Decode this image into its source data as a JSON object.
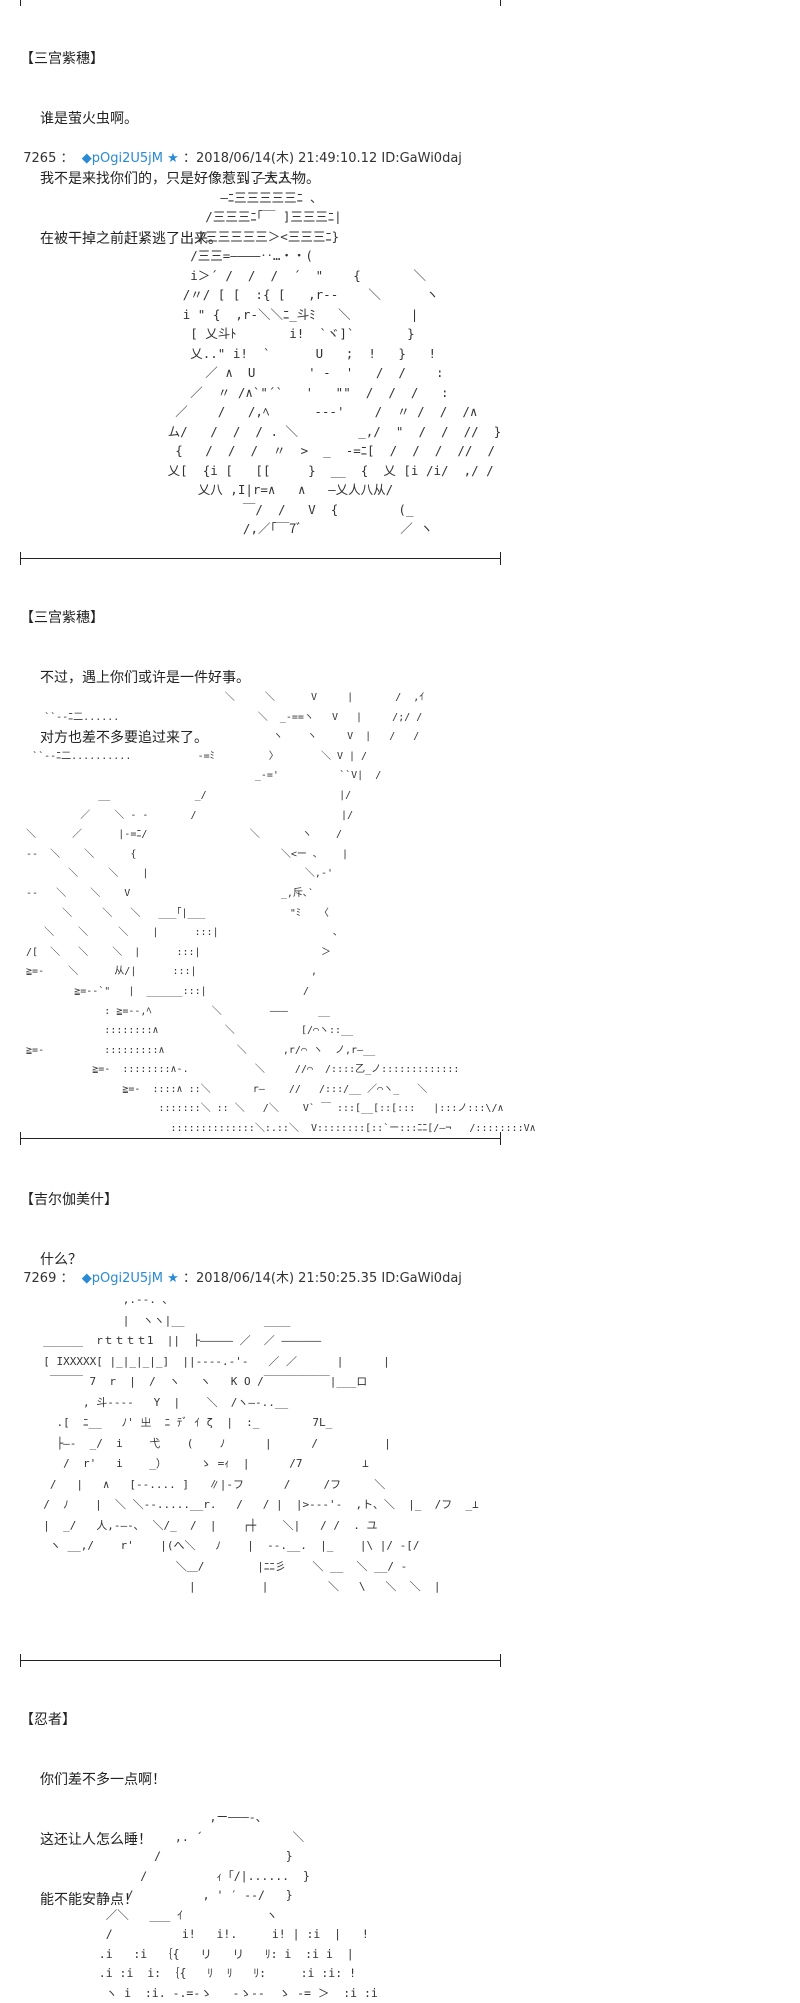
{
  "panels": [
    {
      "speaker": "【三宫紫穗】",
      "lines": [
        "谁是萤火虫啊。",
        "我不是来找你们的，只是好像惹到了大人物。",
        "在被干掉之前赶紧逃了出来。"
      ]
    },
    {
      "speaker": "【三宫紫穗】",
      "lines": [
        "不过，遇上你们或许是一件好事。",
        "对方也差不多要追过来了。"
      ]
    },
    {
      "speaker": "【吉尔伽美什】",
      "lines": [
        "什么？"
      ]
    },
    {
      "speaker": "【忍者】",
      "lines": [
        "你们差不多一点啊！",
        "这还让人怎么睡！",
        "能不能安静点！"
      ]
    }
  ],
  "posts": [
    {
      "number": "7265",
      "sep": "：",
      "trip": "◆pOgi2U5jM",
      "star": "★",
      "datetime": "2018/06/14(木) 21:49:10.12",
      "id": "ID:GaWi0daj"
    },
    {
      "number": "7269",
      "sep": "：",
      "trip": "◆pOgi2U5jM",
      "star": "★",
      "datetime": "2018/06/14(木) 21:50:25.35",
      "id": "ID:GaWi0daj"
    }
  ],
  "ascii_art": {
    "girl": "                 ,.―三三―\n              ―ﾆ三三三三三ﾆ ､\n            /三三三ﾆ｢￣ ]三三三ﾆ|\n           /三三三三三＞<三三三ﾆ}\n          /三三=――――‥…・・(\n          i＞´ /  /  /  ´  \"    {       ＼\n         /〃/ [ [  :{ [   ,r‐-    ＼      ヽ\n         i \" {  ,r-＼＼ﾆ_斗ﾐ   ＼        |\n          [ 乂斗ﾄ       i!  `ヾ]`       }\n          乂..\" i!  `      U   ;  !   }   !\n            ／ ∧  U       ' ‐  '   /  /    :\n          ／  〃 /∧`\"´`   '   \"\"  /  /  /   :\n        ／    /   /,ﾍ      --‐'    /  〃 /  /  /∧\n       ム/   /  /  / . ＼        _,/  \"  /  /  //  }\n        {   /  /  /  〃  >  _  -=ﾆ[  /  /  /  //  /\n       乂[  {i [   [[     }  __  {  乂 [i /i/  ,/ /\n           乂八 ,I|r=∧   ∧   ―乂人八从/\n                 ￣/  /   V  {        (_\n                 /,／｢￣7ﾞ             ／ ヽ",
    "scene": "                                   ＼     ＼      V     |       /  ,ｲ\n     ``‐-ﾆ二......                       ＼  _-==ヽ   V   |     /;/ /\n                                           ヽ    ヽ     V  |   /   /\n   ``‐-ﾆ二..........           -=ﾐ         〉       ＼ V | /\n                                        _-='          ``V|  /\n              __              _/                      |/\n           ／    ＼ ‐ -       /                        |/\n  ＼      ／      |-=ﾆ/                 ＼       ヽ    /\n  ‐-  ＼    ＼      {                        ＼<ー ､    |\n         ＼     ＼    |                          ＼,-'\n  ‐-   ＼    ＼    V                         _,斥､`\n        ＼     ＼   ＼   ___｢|___              \"ﾐ   〈\n     ＼    ＼     ＼    |      :::|                   ､\n  /[  ＼   ＼    ＼  |      :::|                    ＞\n  ≧=-    ＼      从/|      :::|                   ,\n          ≧=--`\"   |  ______:::|                /\n               : ≧=--,ﾍ          ＼        ―――     __\n               ::::::::∧           ＼           [/⌒ヽ::__\n  ≧=-          :::::::::∧            ＼      ,r/⌒ ヽ  ノ,r―__\n             ≧=-  ::::::::∧-.           ＼     //⌒  /::::乙_ノ:::::::::::::\n                  ≧=-  ::::∧ ::＼       r―    //   /:::/__ ／⌒ヽ_   ＼\n                        :::::::＼ :: ＼   /＼    V` ￣ :::[__[::[:::   |:::ノ:::\\/∧\n                          ::::::::::::::＼:.::＼  V::::::::[::`ー:::ﾆﾆ[/―¬   /::::::::V∧",
    "gilgamesh": "              ,.-‐. ､\n              |  ヽヽ|__            ____\n  ______  rｔｔｔｔ1  ||  ├――――― ／  ／ ――――――\n  [ IXXXXX[ |_|_|_|_]  ||--‐-.-'-   ／ ／      |      |\n   ￣￣￣ 7  r  |  /  ヽ   ヽ   K O /￣￣￣￣￣￣|___ロ\n        , 斗-‐--   Y  |    ＼  /ヽ―-..__\n    .[  ﾆ__   ﾉ' 㞢  ﾆ ﾃﾞ ｲ ζ  |  :_        7L_\n    ├―-  _/  i    弋    (    ﾉ      |      /          |\n     /  r'   i    _）     ゝ =ｨ  |      /7         ⊥\n   /   |   ∧   [‐-.... ]   ∥|‐フ      /     /フ     ＼\n  /  ﾉ    |  ＼ ＼‐-.....__r.   /   / |  |>‐--'-  ,ト、＼  |_  /フ  _⊥\n  |  _/   人,-―‐､  ＼/_  /  |    ┌┼    ＼|   / /  . ユ\n   ヽ __,/    r'    |(へ＼   ﾉ    |  ‐‐.__.  |_    |\\ |/ ‐[/\n                      ＼＿/        |ﾆﾆ彡    ＼ __  ＼ __/ ‐\n                        |          |         ＼   \\   ＼  ＼  |",
    "ninja": "                   ,ー―――-、\n              ,. ´             ＼\n           /                  }\n         /          ｨ「/|......  }\n       /          , ' ′ ‐‐/   }\n    ／＼   ___ ｲ            ヽ\n    /          i!   i!.     i! | :i  |   !\n   .i   :i  ｛{   リ   リ   ﾘ: i  :i i  |\n   .i :i  i: ｛{   ﾘ  ﾘ   ﾘ:     :i :i: !\n    ヽ i  :i. ‐.=‐ゝ   ‐ゝ‐-  ゝ ‐= ＞  :i :i"
  }
}
